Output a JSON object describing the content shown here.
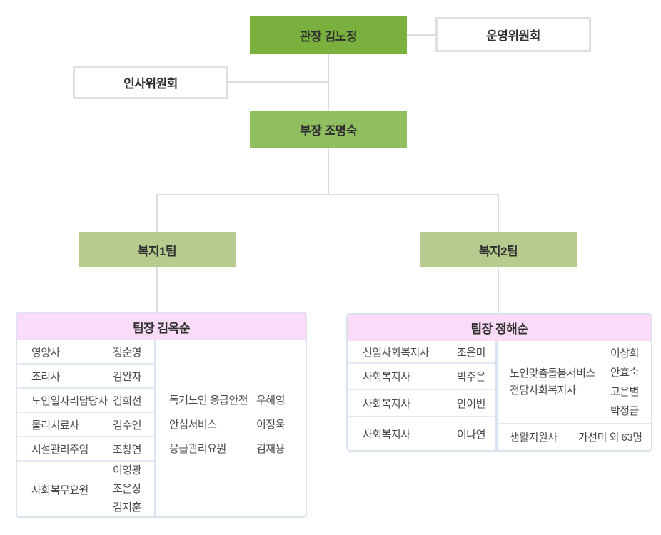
{
  "org": {
    "director": "관장 김노정",
    "steering": "운영위원회",
    "hr": "인사위원회",
    "manager": "부장 조명숙",
    "team1": "복지1팀",
    "team2": "복지2팀",
    "t1": {
      "header": "팀장 김옥순",
      "rows": [
        {
          "role": "영양사",
          "name": "정순영"
        },
        {
          "role": "조리사",
          "name": "김완자"
        },
        {
          "role": "노인일자리담당자",
          "name": "김희선"
        },
        {
          "role": "물리치료사",
          "name": "김수연"
        },
        {
          "role": "시설관리주임",
          "name": "조창연"
        }
      ],
      "group_role": "사회복무요원",
      "group_names": [
        "이영광",
        "조은상",
        "김지훈"
      ],
      "side": [
        {
          "role": "독거노인 응급안전",
          "name": "우해영"
        },
        {
          "role": "안심서비스",
          "name": "이정욱"
        },
        {
          "role": "응급관리요원",
          "name": "김재용"
        }
      ]
    },
    "t2": {
      "header": "팀장 정해순",
      "rows": [
        {
          "role": "선임사회복지사",
          "name": "조은미"
        },
        {
          "role": "사회복지사",
          "name": "박주은"
        },
        {
          "role": "사회복지사",
          "name": "안이빈"
        },
        {
          "role": "사회복지사",
          "name": "이나연"
        }
      ],
      "svc_roles": [
        "노인맞춤돌봄서비스",
        "전담사회복지사"
      ],
      "svc_names": [
        "이상희",
        "안효숙",
        "고은별",
        "박정금"
      ],
      "support_role": "생활지원사",
      "support_name": "가선미 외 63명"
    },
    "colors": {
      "director_green": "#7AB03E",
      "manager_green": "#92BE62",
      "team_green": "#B5CC8E",
      "header_pink": "#FADCF8",
      "outline_gray": "#E0E0E0",
      "connector_gray": "#DCDCDC",
      "table_border": "#D9E2EE",
      "col_divider": "#D8E4F2",
      "row_divider": "#E4E9F2"
    }
  }
}
